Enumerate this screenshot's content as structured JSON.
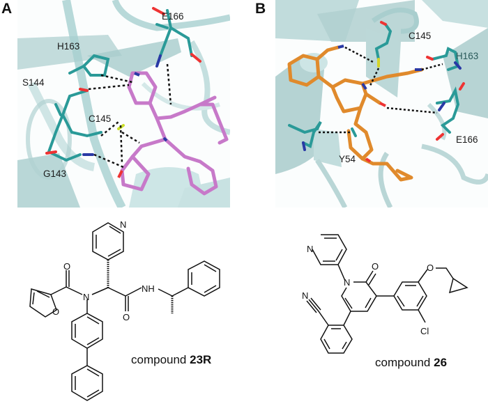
{
  "figure": {
    "panels": [
      {
        "letter": "A",
        "ligand_color": "#c779c9",
        "residue_color": "#2a9a98",
        "ribbon_color": "#c6e2e2",
        "residues": [
          "E166",
          "H163",
          "S144",
          "C145",
          "G143"
        ],
        "compound": {
          "prefix": "compound ",
          "id": "23R"
        },
        "atoms": {
          "pyridine_n": "N",
          "amide_n": "N",
          "nh": "NH",
          "o_carbonyl1": "O",
          "o_carbonyl2": "O",
          "o_furan": "O"
        }
      },
      {
        "letter": "B",
        "ligand_color": "#e08a2c",
        "residue_color": "#2a9a98",
        "ribbon_color": "#c6e2e2",
        "residues": [
          "C145",
          "H163",
          "E166",
          "Y54"
        ],
        "compound": {
          "prefix": "compound ",
          "id": "26"
        },
        "atoms": {
          "pyridine_n": "N",
          "ring_n": "N",
          "nitrile_n": "N",
          "o_carbonyl": "O",
          "o_ether": "O",
          "cl": "Cl"
        }
      }
    ]
  }
}
